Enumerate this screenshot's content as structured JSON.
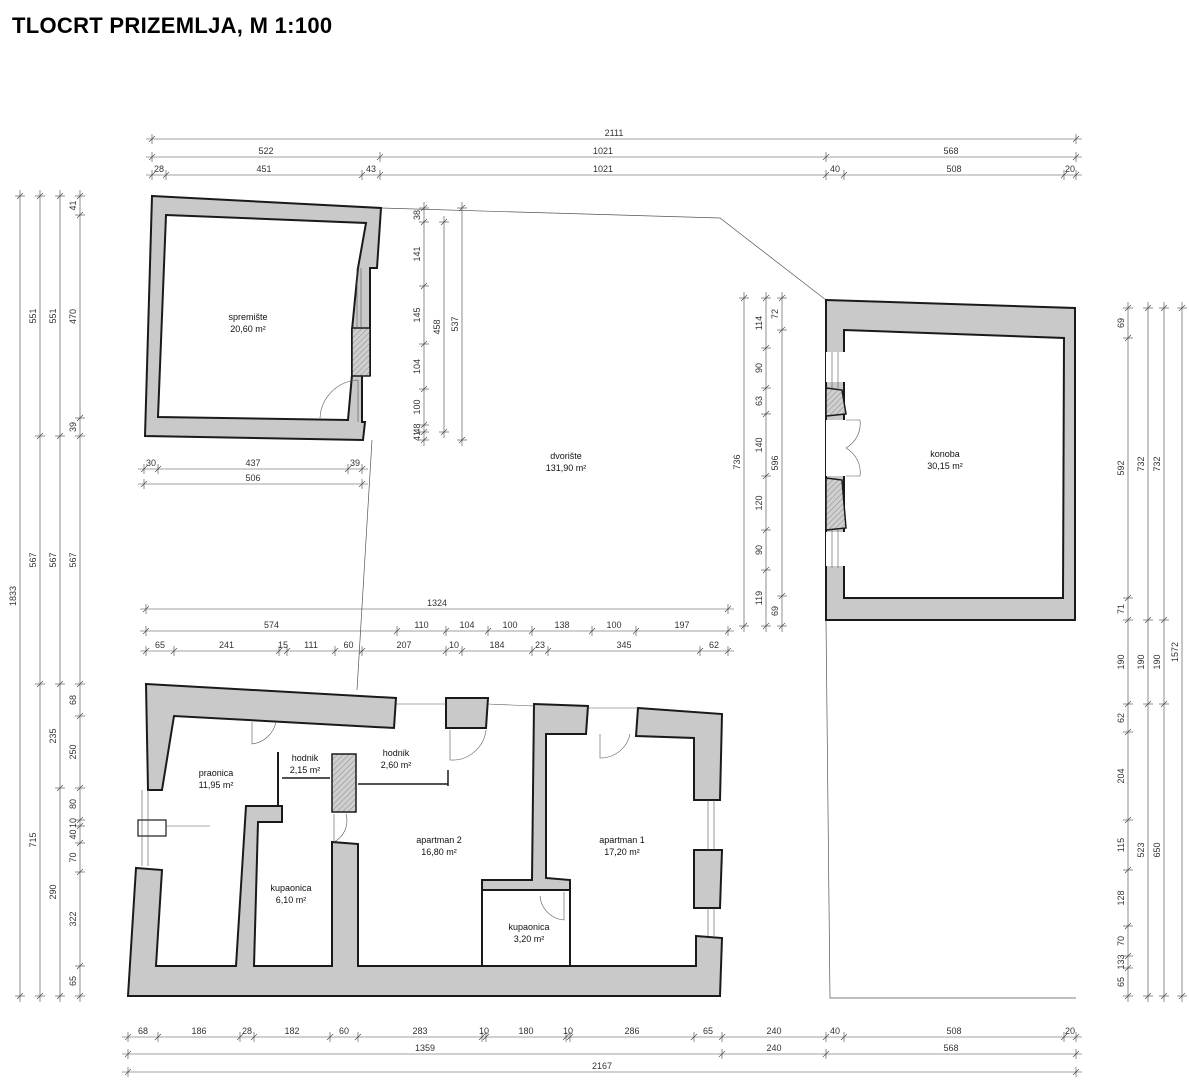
{
  "title": "TLOCRT PRIZEMLJA, M 1:100",
  "rooms": [
    {
      "name": "spremište",
      "area": "20,60 m²"
    },
    {
      "name": "dvorište",
      "area": "131,90 m²"
    },
    {
      "name": "konoba",
      "area": "30,15 m²"
    },
    {
      "name": "praonica",
      "area": "11,95 m²"
    },
    {
      "name": "hodnik",
      "area": "2,15 m²"
    },
    {
      "name": "hodnik",
      "area": "2,60 m²"
    },
    {
      "name": "apartman 2",
      "area": "16,80 m²"
    },
    {
      "name": "apartman 1",
      "area": "17,20 m²"
    },
    {
      "name": "kupaonica",
      "area": "6,10 m²"
    },
    {
      "name": "kupaonica",
      "area": "3,20 m²"
    }
  ],
  "dims": {
    "top1": [
      "2111"
    ],
    "top2": [
      "522",
      "1021",
      "568"
    ],
    "top3": [
      "28",
      "451",
      "43",
      "1021",
      "40",
      "508",
      "20"
    ],
    "mid_spr1": [
      "30",
      "437",
      "39"
    ],
    "mid_spr2": [
      "506"
    ],
    "mid1": [
      "1324"
    ],
    "mid2": [
      "574",
      "110",
      "104",
      "100",
      "138",
      "100",
      "197"
    ],
    "mid3": [
      "65",
      "241",
      "15",
      "111",
      "60",
      "207",
      "10",
      "184",
      "23",
      "345",
      "62"
    ],
    "bot1": [
      "68",
      "186",
      "28",
      "182",
      "60",
      "283",
      "10",
      "180",
      "10",
      "286",
      "65",
      "240",
      "40",
      "508",
      "20"
    ],
    "bot2": [
      "1359",
      "240",
      "568"
    ],
    "bot3": [
      "2167"
    ],
    "left1": [
      "1833"
    ],
    "left2": [
      "551",
      "567",
      "715"
    ],
    "left3": [
      "551",
      "567",
      "235",
      "290"
    ],
    "left4": [
      "41",
      "470",
      "39",
      "567",
      "68",
      "250",
      "80",
      "10",
      "40",
      "70",
      "322",
      "65"
    ],
    "spr_v1": [
      "38",
      "141",
      "145",
      "104",
      "100",
      "48",
      "41"
    ],
    "spr_v2": [
      "458"
    ],
    "spr_v3": [
      "537"
    ],
    "kon_v1": [
      "736"
    ],
    "kon_v2": [
      "114",
      "90",
      "63",
      "140",
      "120",
      "90",
      "119"
    ],
    "kon_v3": [
      "72",
      "596",
      "69"
    ],
    "right1": [
      "69",
      "592",
      "71",
      "190",
      "62",
      "204",
      "115",
      "128",
      "70",
      "133",
      "65"
    ],
    "right2": [
      "732",
      "190",
      "523"
    ],
    "right3": [
      "732",
      "190",
      "650"
    ],
    "right4": [
      "1572"
    ]
  }
}
